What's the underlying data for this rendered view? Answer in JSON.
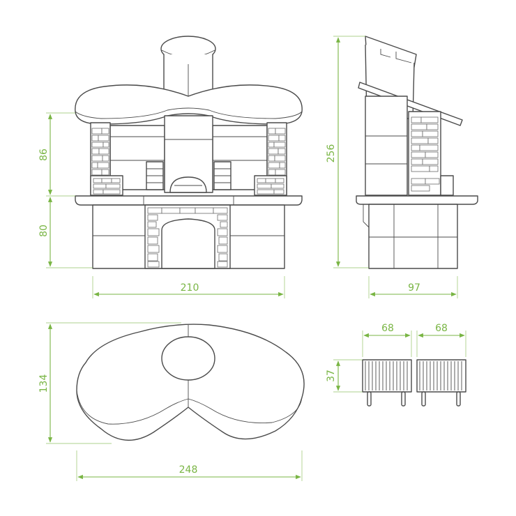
{
  "dimensions": {
    "front_upper_height": "86",
    "front_lower_height": "80",
    "front_width": "210",
    "side_total_height": "256",
    "side_depth": "97",
    "top_depth": "134",
    "top_width": "248",
    "stool_left_width": "68",
    "stool_right_width": "68",
    "stool_height": "37"
  },
  "colors": {
    "dimension": "#79b544",
    "line": "#4a4a4a",
    "background": "#ffffff"
  }
}
